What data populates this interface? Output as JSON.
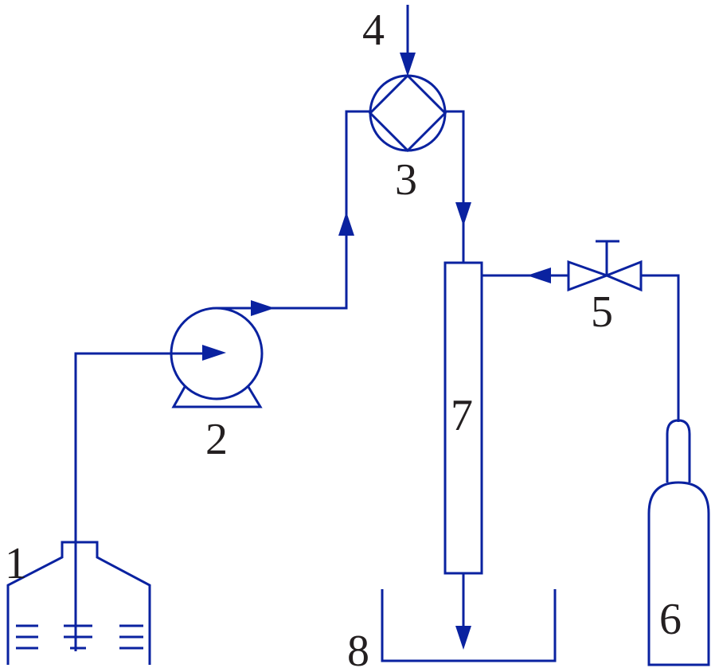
{
  "colors": {
    "line": "#0a22a0",
    "label": "#231f20",
    "background": "#ffffff"
  },
  "labels": {
    "tank": "1",
    "pump": "2",
    "heat_exchanger": "3",
    "inlet": "4",
    "valve": "5",
    "gas_cylinder": "6",
    "column": "7",
    "collector": "8"
  }
}
